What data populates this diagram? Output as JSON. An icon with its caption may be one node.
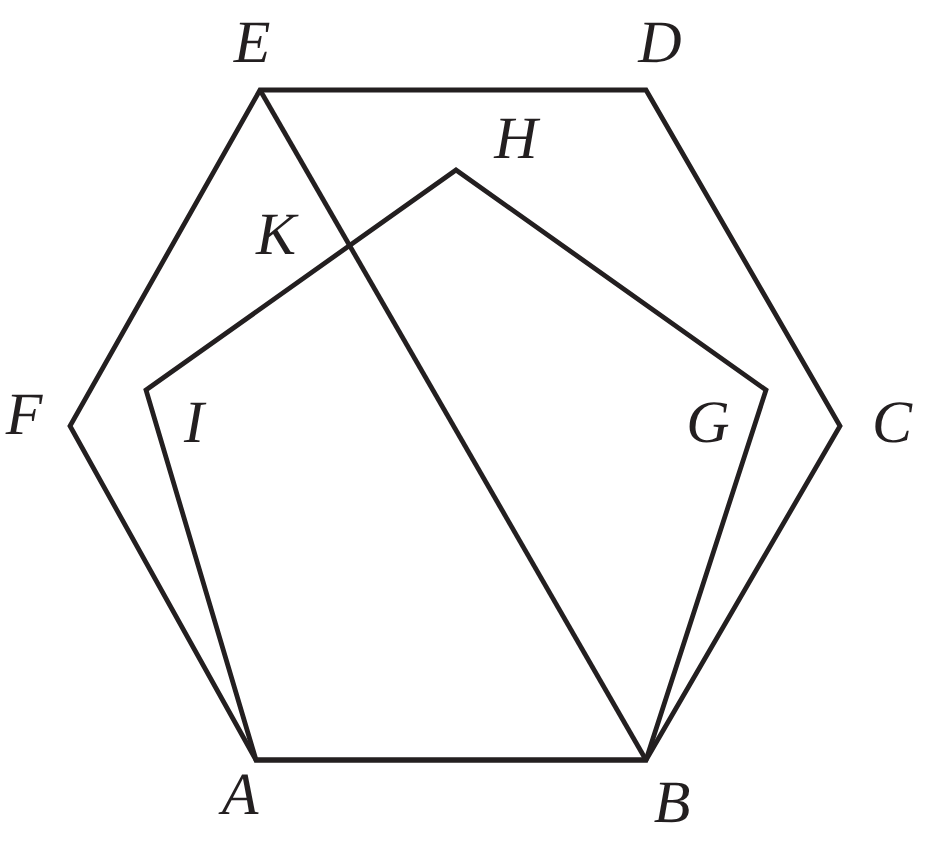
{
  "diagram": {
    "labels": [
      "E",
      "D",
      "H",
      "K",
      "F",
      "I",
      "G",
      "C",
      "A",
      "B"
    ]
  }
}
